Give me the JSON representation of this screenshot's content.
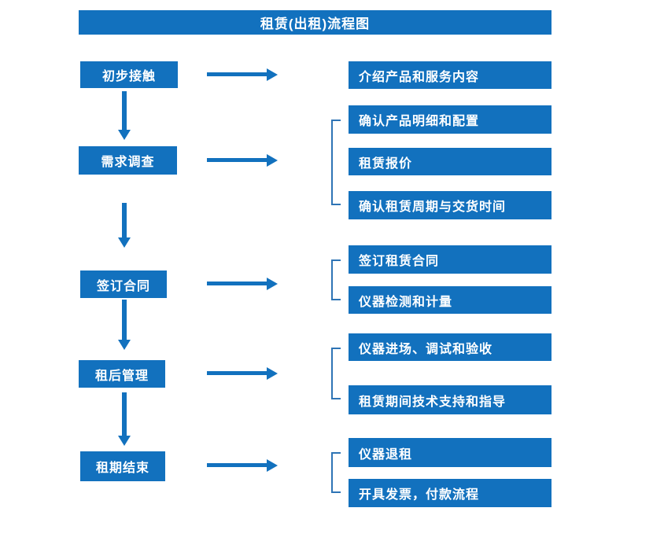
{
  "title": "租赁(出租)流程图",
  "colors": {
    "primary_blue": "#1271BE",
    "bracket_blue": "#2E74B5",
    "text_on_blue": "#FFFFFF",
    "background": "#FFFFFF"
  },
  "diagram_type": "flowchart",
  "steps": [
    {
      "label": "初步接触",
      "details": [
        "介绍产品和服务内容"
      ]
    },
    {
      "label": "需求调查",
      "details": [
        "确认产品明细和配置",
        "租赁报价",
        "确认租赁周期与交货时间"
      ]
    },
    {
      "label": "签订合同",
      "details": [
        "签订租赁合同",
        "仪器检测和计量"
      ]
    },
    {
      "label": "租后管理",
      "details": [
        "仪器进场、调试和验收",
        "租赁期间技术支持和指导"
      ]
    },
    {
      "label": "租期结束",
      "details": [
        "仪器退租",
        "开具发票，付款流程"
      ]
    }
  ]
}
